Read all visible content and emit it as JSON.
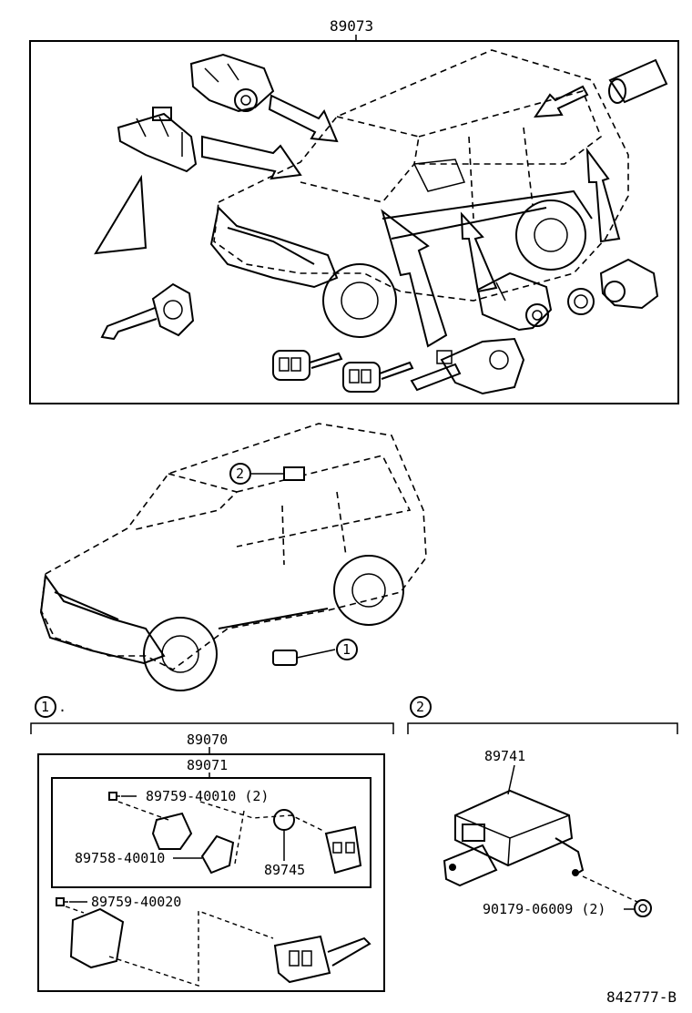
{
  "labels": {
    "top_kit": "89073",
    "callout_1": "1",
    "callout_2": "2",
    "sec1_assy": "89070",
    "sec1_sub": "89071",
    "screw_a": "89759-40010 (2)",
    "case_a": "89758-40010",
    "battery": "89745",
    "screw_b": "89759-40020",
    "sec2_part": "89741",
    "bolt": "90179-06009 (2)",
    "figure_id": "842777-B",
    "sec1_dot": "."
  },
  "icons": [
    "door-lock-cylinder-icon",
    "ignition-switch-icon",
    "transponder-key-icon",
    "remote-key-icon",
    "receiver-module-icon"
  ]
}
